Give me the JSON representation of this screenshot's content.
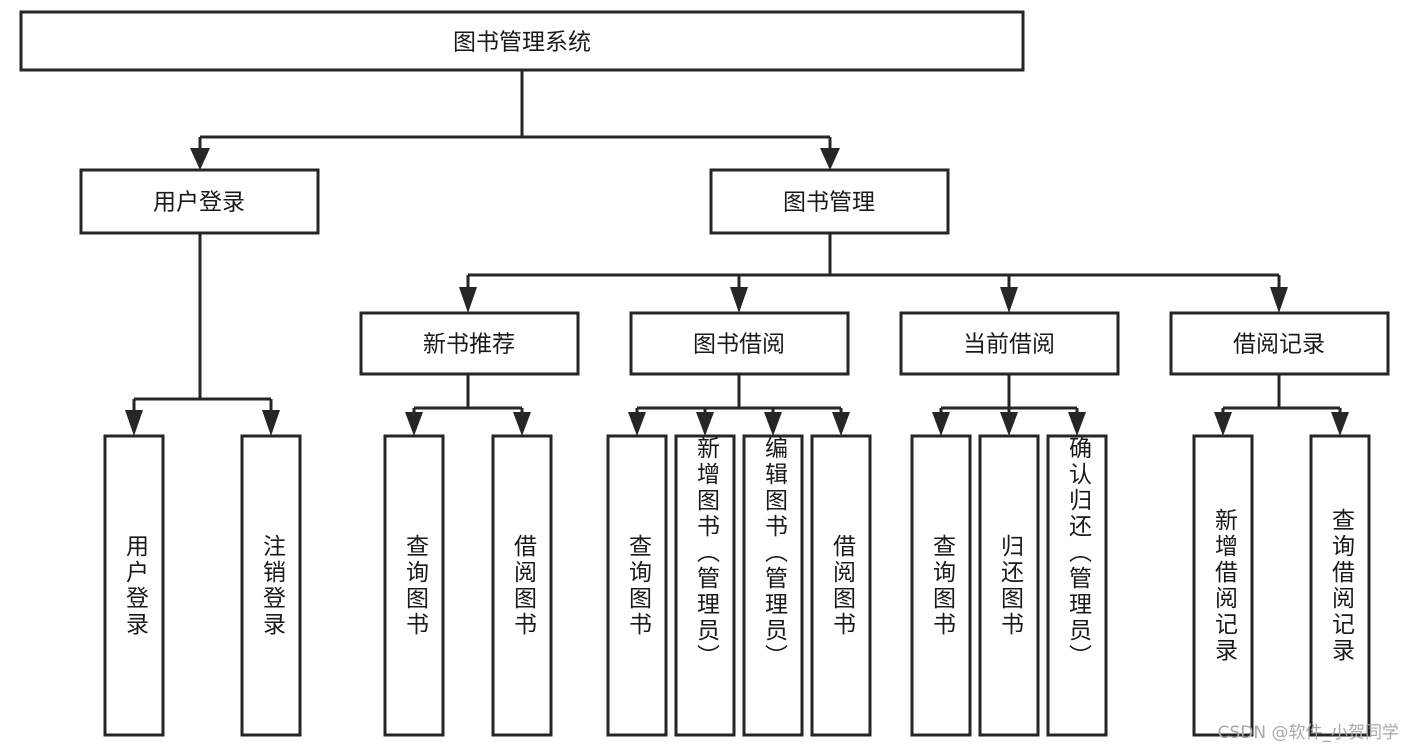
{
  "diagram": {
    "title": "图书管理系统",
    "type": "tree-hierarchy",
    "watermark": "CSDN @软件_小贺同学",
    "colors": {
      "stroke": "#262626",
      "fill": "#ffffff",
      "text": "#1a1a1a",
      "watermark": "#a8a8a8"
    },
    "levels": {
      "level1": {
        "label": "图书管理系统"
      },
      "level2": [
        {
          "label": "用户登录"
        },
        {
          "label": "图书管理"
        }
      ],
      "level3": [
        {
          "label": "新书推荐"
        },
        {
          "label": "图书借阅"
        },
        {
          "label": "当前借阅"
        },
        {
          "label": "借阅记录"
        }
      ],
      "level4": [
        {
          "label": "用户登录"
        },
        {
          "label": "注销登录"
        },
        {
          "label": "查询图书"
        },
        {
          "label": "借阅图书"
        },
        {
          "label": "查询图书"
        },
        {
          "label": "新增图书（管理员）"
        },
        {
          "label": "编辑图书（管理员）"
        },
        {
          "label": "借阅图书"
        },
        {
          "label": "查询图书"
        },
        {
          "label": "归还图书"
        },
        {
          "label": "确认归还（管理员）"
        },
        {
          "label": "新增借阅记录"
        },
        {
          "label": "查询借阅记录"
        }
      ]
    },
    "nodes": {
      "root": {
        "label": "图书管理系统"
      },
      "user_login": {
        "label": "用户登录"
      },
      "book_manage": {
        "label": "图书管理"
      },
      "new_book_rec": {
        "label": "新书推荐"
      },
      "book_borrow": {
        "label": "图书借阅"
      },
      "current_borrow": {
        "label": "当前借阅"
      },
      "borrow_record": {
        "label": "借阅记录"
      },
      "leaf_user_login": {
        "label": "用户登录"
      },
      "leaf_logout": {
        "label": "注销登录"
      },
      "leaf_query_book_1": {
        "label": "查询图书"
      },
      "leaf_borrow_book_1": {
        "label": "借阅图书"
      },
      "leaf_query_book_2": {
        "label": "查询图书"
      },
      "leaf_add_book": {
        "label": "新增图书（管理员）"
      },
      "leaf_edit_book": {
        "label": "编辑图书（管理员）"
      },
      "leaf_borrow_book_2": {
        "label": "借阅图书"
      },
      "leaf_query_book_3": {
        "label": "查询图书"
      },
      "leaf_return_book": {
        "label": "归还图书"
      },
      "leaf_confirm_return": {
        "label": "确认归还（管理员）"
      },
      "leaf_add_record": {
        "label": "新增借阅记录"
      },
      "leaf_query_record": {
        "label": "查询借阅记录"
      }
    }
  }
}
